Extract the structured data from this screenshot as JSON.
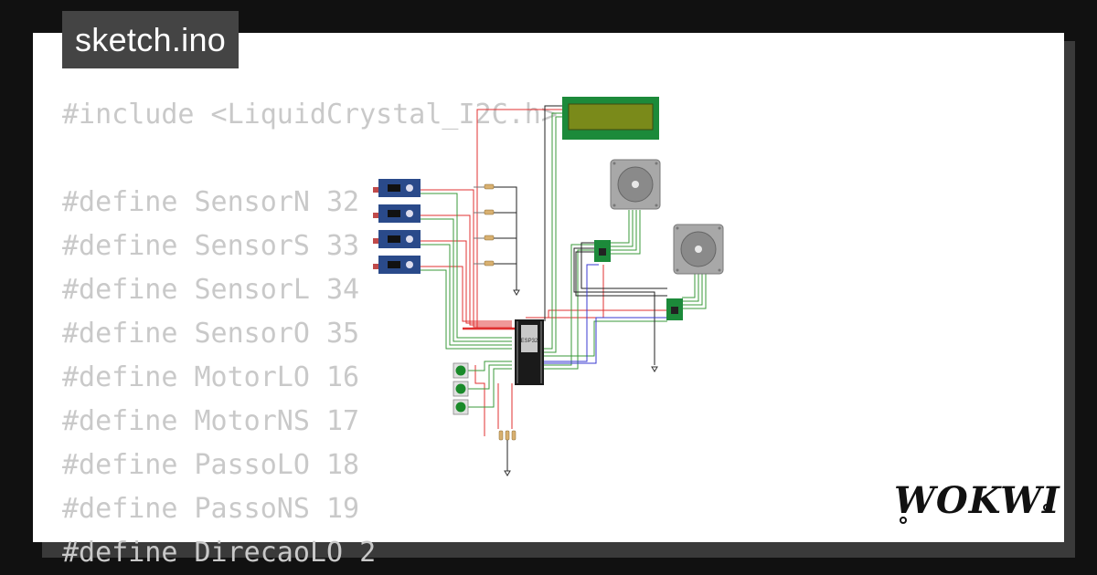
{
  "tab": {
    "title": "sketch.ino"
  },
  "code_lines": [
    "#include <LiquidCrystal_I2C.h>",
    "",
    "#define SensorN 32",
    "#define SensorS 33",
    "#define SensorL 34",
    "#define SensorO 35",
    "#define MotorLO 16",
    "#define MotorNS 17",
    "#define PassoLO 18",
    "#define PassoNS 19",
    "#define DirecaoLO 2"
  ],
  "board": {
    "label": "ESP32"
  },
  "brand": {
    "logo_text": "WOKWI"
  },
  "colors": {
    "background": "#111111",
    "card": "#ffffff",
    "tab": "#444444",
    "code_text": "#c9c9c9",
    "wire_red": "#e03030",
    "wire_green": "#3a9a3a",
    "wire_black": "#222222",
    "wire_blue": "#3a3ad0",
    "lcd_frame": "#1c8a3a",
    "lcd_screen": "#8a9a1a",
    "sensor_blue": "#2a4a8a",
    "motor_gray": "#b0b0b0"
  },
  "icons": [
    "esp32-board-icon",
    "lcd-icon",
    "stepper-motor-icon",
    "sensor-module-icon",
    "push-button-icon",
    "resistor-icon",
    "ground-icon",
    "wokwi-logo-icon"
  ]
}
